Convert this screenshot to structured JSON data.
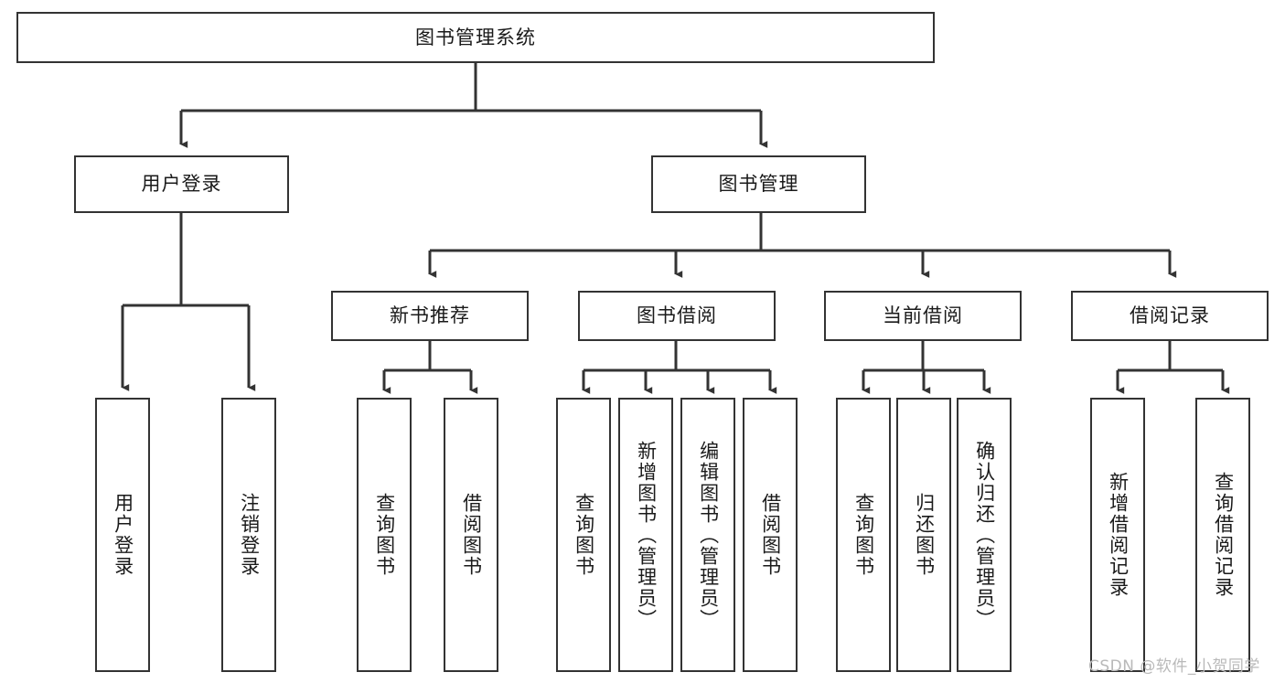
{
  "diagram": {
    "title": "图书管理系统",
    "type": "tree-hierarchy",
    "stroke_color": "#333333",
    "background_color": "#ffffff"
  },
  "nodes": {
    "root": {
      "label": "图书管理系统"
    },
    "level2": [
      {
        "id": "user-login",
        "label": "用户登录"
      },
      {
        "id": "book-management",
        "label": "图书管理"
      }
    ],
    "level3": [
      {
        "id": "new-book-recommend",
        "label": "新书推荐"
      },
      {
        "id": "book-borrow",
        "label": "图书借阅"
      },
      {
        "id": "current-borrow",
        "label": "当前借阅"
      },
      {
        "id": "borrow-record",
        "label": "借阅记录"
      }
    ],
    "leaves": {
      "user_login": [
        {
          "id": "leaf-user-login",
          "label": "用户登录"
        },
        {
          "id": "leaf-logout-login",
          "label": "注销登录"
        }
      ],
      "new_book_recommend": [
        {
          "id": "leaf-query-book-1",
          "label": "查询图书"
        },
        {
          "id": "leaf-borrow-book-1",
          "label": "借阅图书"
        }
      ],
      "book_borrow": [
        {
          "id": "leaf-query-book-2",
          "label": "查询图书"
        },
        {
          "id": "leaf-add-book",
          "label": "新增图书（管理员）"
        },
        {
          "id": "leaf-edit-book",
          "label": "编辑图书（管理员）"
        },
        {
          "id": "leaf-borrow-book-2",
          "label": "借阅图书"
        }
      ],
      "current_borrow": [
        {
          "id": "leaf-query-book-3",
          "label": "查询图书"
        },
        {
          "id": "leaf-return-book",
          "label": "归还图书"
        },
        {
          "id": "leaf-confirm-return",
          "label": "确认归还（管理员）"
        }
      ],
      "borrow_record": [
        {
          "id": "leaf-add-record",
          "label": "新增借阅记录"
        },
        {
          "id": "leaf-query-record",
          "label": "查询借阅记录"
        }
      ]
    }
  },
  "watermark": {
    "text": "CSDN @软件_小贺同学"
  }
}
